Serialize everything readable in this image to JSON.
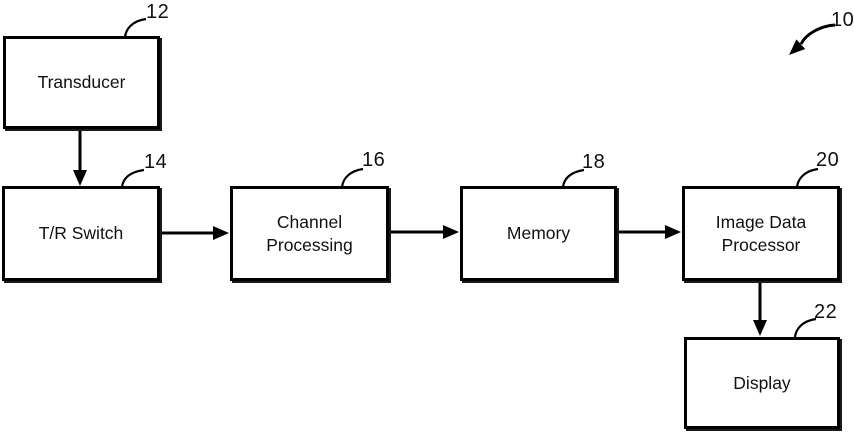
{
  "figure_ref": {
    "label": "10"
  },
  "blocks": [
    {
      "name": "transducer",
      "label": "Transducer",
      "ref": "12"
    },
    {
      "name": "tr-switch",
      "label": "T/R Switch",
      "ref": "14"
    },
    {
      "name": "channel-processing",
      "label": "Channel Processing",
      "ref": "16"
    },
    {
      "name": "memory",
      "label": "Memory",
      "ref": "18"
    },
    {
      "name": "image-data-processor",
      "label": "Image Data Processor",
      "ref": "20"
    },
    {
      "name": "display",
      "label": "Display",
      "ref": "22"
    }
  ],
  "connections": [
    {
      "from": "Transducer",
      "to": "T/R Switch",
      "direction": "down"
    },
    {
      "from": "T/R Switch",
      "to": "Channel Processing",
      "direction": "right"
    },
    {
      "from": "Channel Processing",
      "to": "Memory",
      "direction": "right"
    },
    {
      "from": "Memory",
      "to": "Image Data Processor",
      "direction": "right"
    },
    {
      "from": "Image Data Processor",
      "to": "Display",
      "direction": "down"
    }
  ],
  "colors": {
    "background": "#ffffff",
    "line": "#000000",
    "text": "#111111"
  }
}
